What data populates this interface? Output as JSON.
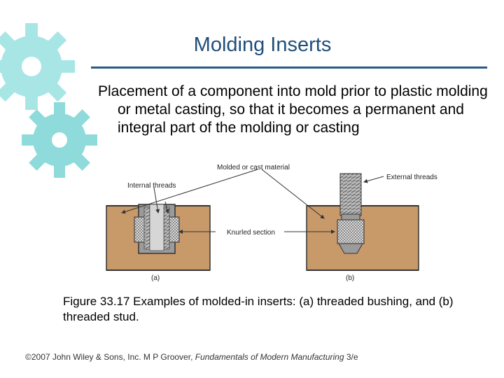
{
  "slide": {
    "title": "Molding Inserts",
    "bullet": "Placement of a component into mold prior to plastic molding or metal casting, so that it becomes a permanent and integral part of the molding or casting"
  },
  "figure": {
    "labels": {
      "molded_material": "Molded or cast material",
      "internal_threads": "Internal threads",
      "external_threads": "External threads",
      "knurled_section": "Knurled section",
      "part_a": "(a)",
      "part_b": "(b)"
    }
  },
  "caption": {
    "text": "Figure 33.17  Examples of molded‑in inserts: (a) threaded bushing, and (b) threaded stud."
  },
  "footer": {
    "prefix": "©2007 John Wiley & Sons, Inc.  M P Groover, ",
    "book_title": "Fundamentals of Modern Manufacturing",
    "suffix": " 3/e"
  },
  "colors": {
    "title": "#1f4f7a",
    "rule": "#2a5b86",
    "gear": "#9fe4e4",
    "material": "#c89a6a"
  }
}
